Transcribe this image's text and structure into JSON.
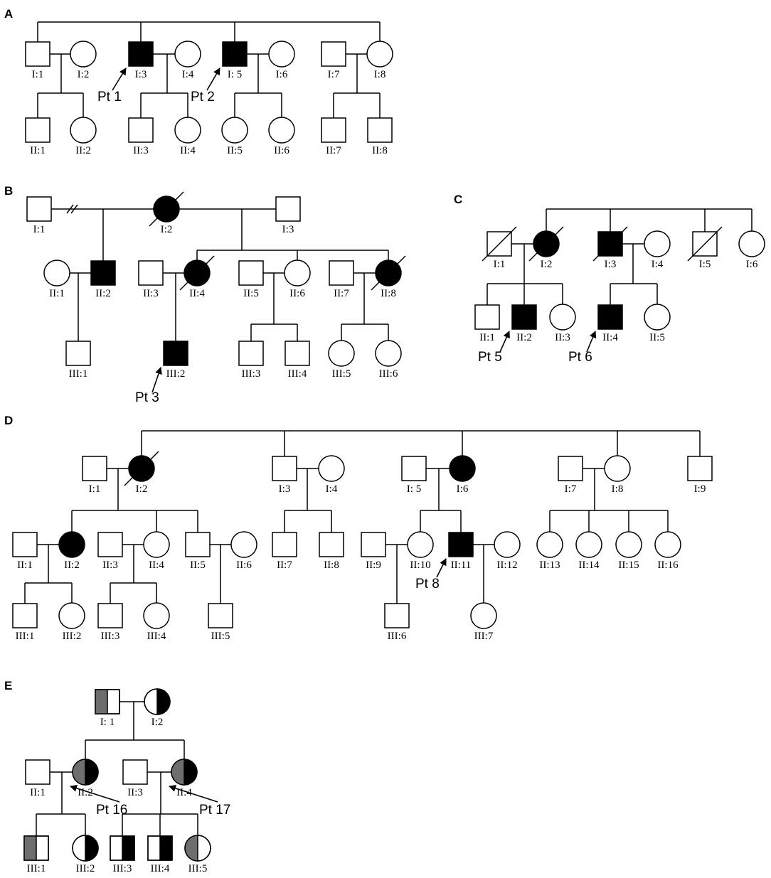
{
  "colors": {
    "affected": "#000000",
    "carrier_gray": "#6e6e6e",
    "unaffected": "#ffffff",
    "line": "#000000"
  },
  "panels": [
    {
      "label": "A",
      "individuals": [
        {
          "id": "A-I1",
          "label": "I:1",
          "sex": "male",
          "status": "unaffected"
        },
        {
          "id": "A-I2",
          "label": "I:2",
          "sex": "female",
          "status": "unaffected"
        },
        {
          "id": "A-I3",
          "label": "I:3",
          "sex": "male",
          "status": "affected"
        },
        {
          "id": "A-I4",
          "label": "I:4",
          "sex": "female",
          "status": "unaffected"
        },
        {
          "id": "A-I5",
          "label": "I: 5",
          "sex": "male",
          "status": "affected"
        },
        {
          "id": "A-I6",
          "label": "I:6",
          "sex": "female",
          "status": "unaffected"
        },
        {
          "id": "A-I7",
          "label": "I:7",
          "sex": "male",
          "status": "unaffected"
        },
        {
          "id": "A-I8",
          "label": "I:8",
          "sex": "female",
          "status": "unaffected"
        },
        {
          "id": "A-II1",
          "label": "II:1",
          "sex": "male",
          "status": "unaffected"
        },
        {
          "id": "A-II2",
          "label": "II:2",
          "sex": "female",
          "status": "unaffected"
        },
        {
          "id": "A-II3",
          "label": "II:3",
          "sex": "male",
          "status": "unaffected"
        },
        {
          "id": "A-II4",
          "label": "II:4",
          "sex": "female",
          "status": "unaffected"
        },
        {
          "id": "A-II5",
          "label": "II:5",
          "sex": "female",
          "status": "unaffected"
        },
        {
          "id": "A-II6",
          "label": "II:6",
          "sex": "female",
          "status": "unaffected"
        },
        {
          "id": "A-II7",
          "label": "II:7",
          "sex": "male",
          "status": "unaffected"
        },
        {
          "id": "A-II8",
          "label": "II:8",
          "sex": "male",
          "status": "unaffected"
        }
      ],
      "probands": [
        {
          "target": "A-I3",
          "label": "Pt 1"
        },
        {
          "target": "A-I5",
          "label": "Pt 2"
        }
      ]
    },
    {
      "label": "B",
      "individuals": [
        {
          "id": "B-I1",
          "label": "I:1",
          "sex": "male",
          "status": "unaffected"
        },
        {
          "id": "B-I2",
          "label": "I:2",
          "sex": "female",
          "status": "affected",
          "deceased": true
        },
        {
          "id": "B-I3",
          "label": "I:3",
          "sex": "male",
          "status": "unaffected"
        },
        {
          "id": "B-II1",
          "label": "II:1",
          "sex": "female",
          "status": "unaffected"
        },
        {
          "id": "B-II2",
          "label": "II:2",
          "sex": "male",
          "status": "affected"
        },
        {
          "id": "B-II3",
          "label": "II:3",
          "sex": "male",
          "status": "unaffected"
        },
        {
          "id": "B-II4",
          "label": "II:4",
          "sex": "female",
          "status": "affected",
          "deceased": true
        },
        {
          "id": "B-II5",
          "label": "II:5",
          "sex": "male",
          "status": "unaffected"
        },
        {
          "id": "B-II6",
          "label": "II:6",
          "sex": "female",
          "status": "unaffected"
        },
        {
          "id": "B-II7",
          "label": "II:7",
          "sex": "male",
          "status": "unaffected"
        },
        {
          "id": "B-II8",
          "label": "II:8",
          "sex": "female",
          "status": "affected",
          "deceased": true
        },
        {
          "id": "B-III1",
          "label": "III:1",
          "sex": "male",
          "status": "unaffected"
        },
        {
          "id": "B-III2",
          "label": "III:2",
          "sex": "male",
          "status": "affected"
        },
        {
          "id": "B-III3",
          "label": "III:3",
          "sex": "male",
          "status": "unaffected"
        },
        {
          "id": "B-III4",
          "label": "III:4",
          "sex": "male",
          "status": "unaffected"
        },
        {
          "id": "B-III5",
          "label": "III:5",
          "sex": "female",
          "status": "unaffected"
        },
        {
          "id": "B-III6",
          "label": "III:6",
          "sex": "female",
          "status": "unaffected"
        }
      ],
      "probands": [
        {
          "target": "B-III2",
          "label": "Pt 3"
        }
      ]
    },
    {
      "label": "C",
      "individuals": [
        {
          "id": "C-I1",
          "label": "I:1",
          "sex": "male",
          "status": "unaffected",
          "deceased": true
        },
        {
          "id": "C-I2",
          "label": "I:2",
          "sex": "female",
          "status": "affected",
          "deceased": true
        },
        {
          "id": "C-I3",
          "label": "I:3",
          "sex": "male",
          "status": "affected",
          "deceased": true
        },
        {
          "id": "C-I4",
          "label": "I:4",
          "sex": "female",
          "status": "unaffected"
        },
        {
          "id": "C-I5",
          "label": "I:5",
          "sex": "male",
          "status": "unaffected",
          "deceased": true
        },
        {
          "id": "C-I6",
          "label": "I:6",
          "sex": "female",
          "status": "unaffected"
        },
        {
          "id": "C-II1",
          "label": "II:1",
          "sex": "male",
          "status": "unaffected"
        },
        {
          "id": "C-II2",
          "label": "II:2",
          "sex": "male",
          "status": "affected"
        },
        {
          "id": "C-II3",
          "label": "II:3",
          "sex": "female",
          "status": "unaffected"
        },
        {
          "id": "C-II4",
          "label": "II:4",
          "sex": "male",
          "status": "affected"
        },
        {
          "id": "C-II5",
          "label": "II:5",
          "sex": "female",
          "status": "unaffected"
        }
      ],
      "probands": [
        {
          "target": "C-II2",
          "label": "Pt 5"
        },
        {
          "target": "C-II4",
          "label": "Pt 6"
        }
      ]
    },
    {
      "label": "D",
      "individuals": [
        {
          "id": "D-I1",
          "label": "I:1",
          "sex": "male",
          "status": "unaffected"
        },
        {
          "id": "D-I2",
          "label": "I:2",
          "sex": "female",
          "status": "affected",
          "deceased": true
        },
        {
          "id": "D-I3",
          "label": "I:3",
          "sex": "male",
          "status": "unaffected"
        },
        {
          "id": "D-I4",
          "label": "I:4",
          "sex": "female",
          "status": "unaffected"
        },
        {
          "id": "D-I5",
          "label": "I: 5",
          "sex": "male",
          "status": "unaffected"
        },
        {
          "id": "D-I6",
          "label": "I:6",
          "sex": "female",
          "status": "affected"
        },
        {
          "id": "D-I7",
          "label": "I:7",
          "sex": "male",
          "status": "unaffected"
        },
        {
          "id": "D-I8",
          "label": "I:8",
          "sex": "female",
          "status": "unaffected"
        },
        {
          "id": "D-I9",
          "label": "I:9",
          "sex": "male",
          "status": "unaffected"
        },
        {
          "id": "D-II1",
          "label": "II:1",
          "sex": "male",
          "status": "unaffected"
        },
        {
          "id": "D-II2",
          "label": "II:2",
          "sex": "female",
          "status": "affected"
        },
        {
          "id": "D-II3",
          "label": "II:3",
          "sex": "male",
          "status": "unaffected"
        },
        {
          "id": "D-II4",
          "label": "II:4",
          "sex": "female",
          "status": "unaffected"
        },
        {
          "id": "D-II5",
          "label": "II:5",
          "sex": "male",
          "status": "unaffected"
        },
        {
          "id": "D-II6",
          "label": "II:6",
          "sex": "female",
          "status": "unaffected"
        },
        {
          "id": "D-II7",
          "label": "II:7",
          "sex": "male",
          "status": "unaffected"
        },
        {
          "id": "D-II8",
          "label": "II:8",
          "sex": "male",
          "status": "unaffected"
        },
        {
          "id": "D-II9",
          "label": "II:9",
          "sex": "male",
          "status": "unaffected"
        },
        {
          "id": "D-II10",
          "label": "II:10",
          "sex": "female",
          "status": "unaffected"
        },
        {
          "id": "D-II11",
          "label": "II:11",
          "sex": "male",
          "status": "affected"
        },
        {
          "id": "D-II12",
          "label": "II:12",
          "sex": "female",
          "status": "unaffected"
        },
        {
          "id": "D-II13",
          "label": "II:13",
          "sex": "female",
          "status": "unaffected"
        },
        {
          "id": "D-II14",
          "label": "II:14",
          "sex": "female",
          "status": "unaffected"
        },
        {
          "id": "D-II15",
          "label": "II:15",
          "sex": "female",
          "status": "unaffected"
        },
        {
          "id": "D-II16",
          "label": "II:16",
          "sex": "female",
          "status": "unaffected"
        },
        {
          "id": "D-III1",
          "label": "III:1",
          "sex": "male",
          "status": "unaffected"
        },
        {
          "id": "D-III2",
          "label": "III:2",
          "sex": "female",
          "status": "unaffected"
        },
        {
          "id": "D-III3",
          "label": "III:3",
          "sex": "male",
          "status": "unaffected"
        },
        {
          "id": "D-III4",
          "label": "III:4",
          "sex": "female",
          "status": "unaffected"
        },
        {
          "id": "D-III5",
          "label": "III:5",
          "sex": "male",
          "status": "unaffected"
        },
        {
          "id": "D-III6",
          "label": "III:6",
          "sex": "male",
          "status": "unaffected"
        },
        {
          "id": "D-III7",
          "label": "III:7",
          "sex": "female",
          "status": "unaffected"
        }
      ],
      "probands": [
        {
          "target": "D-II11",
          "label": "Pt 8"
        }
      ]
    },
    {
      "label": "E",
      "individuals": [
        {
          "id": "E-I1",
          "label": "I: 1",
          "sex": "male",
          "status": "carrier-gray-left"
        },
        {
          "id": "E-I2",
          "label": "I:2",
          "sex": "female",
          "status": "carrier-black-right"
        },
        {
          "id": "E-II1",
          "label": "II:1",
          "sex": "male",
          "status": "unaffected"
        },
        {
          "id": "E-II2",
          "label": "II:2",
          "sex": "female",
          "status": "compound"
        },
        {
          "id": "E-II3",
          "label": "II:3",
          "sex": "male",
          "status": "unaffected"
        },
        {
          "id": "E-II4",
          "label": "II:4",
          "sex": "female",
          "status": "compound"
        },
        {
          "id": "E-III1",
          "label": "III:1",
          "sex": "male",
          "status": "carrier-gray-left"
        },
        {
          "id": "E-III2",
          "label": "III:2",
          "sex": "female",
          "status": "carrier-black-right"
        },
        {
          "id": "E-III3",
          "label": "III:3",
          "sex": "male",
          "status": "carrier-black-right"
        },
        {
          "id": "E-III4",
          "label": "III:4",
          "sex": "male",
          "status": "carrier-black-right"
        },
        {
          "id": "E-III5",
          "label": "III:5",
          "sex": "female",
          "status": "carrier-gray-left"
        }
      ],
      "probands": [
        {
          "target": "E-II2",
          "label": "Pt 16"
        },
        {
          "target": "E-II4",
          "label": "Pt 17"
        }
      ]
    }
  ]
}
